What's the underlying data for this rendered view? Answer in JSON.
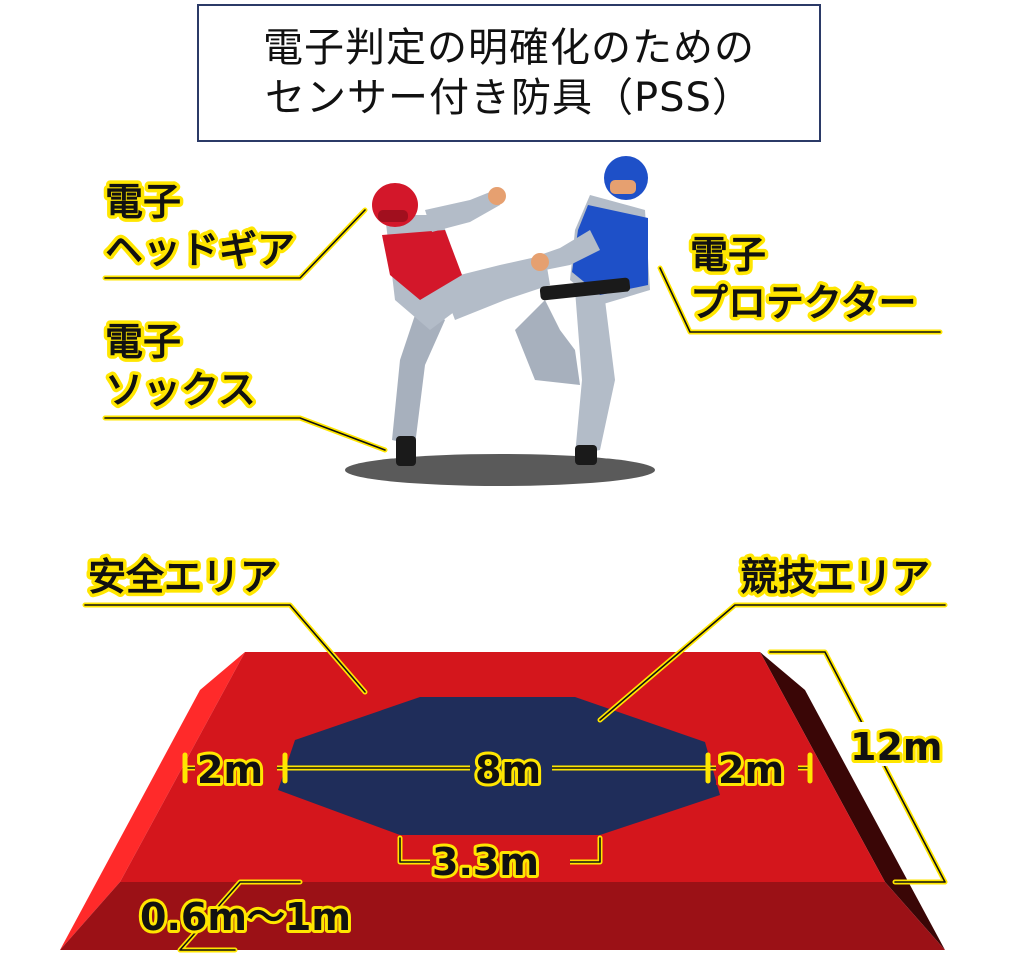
{
  "title": {
    "line1": "電子判定の明確化のための",
    "line2": "センサー付き防具（PSS）"
  },
  "labels": {
    "headgear_1": "電子",
    "headgear_2": "ヘッドギア",
    "socks_1": "電子",
    "socks_2": "ソックス",
    "protector_1": "電子",
    "protector_2": "プロテクター",
    "safety_area": "安全エリア",
    "competition_area": "競技エリア"
  },
  "dimensions": {
    "left_margin": "2m",
    "center": "8m",
    "right_margin": "2m",
    "side": "12m",
    "octagon_edge": "3.3m",
    "height": "0.6m〜1m"
  },
  "colors": {
    "mat_red": "#d4161c",
    "mat_dark": "#9b1116",
    "mat_side_dark": "#3a0606",
    "octagon": "#1f2d5a",
    "leader": "#ffe600",
    "red_gear": "#d3172a",
    "blue_gear": "#1e50c8",
    "dobok": "#b3bcc8",
    "title_border": "#2b3a67"
  }
}
